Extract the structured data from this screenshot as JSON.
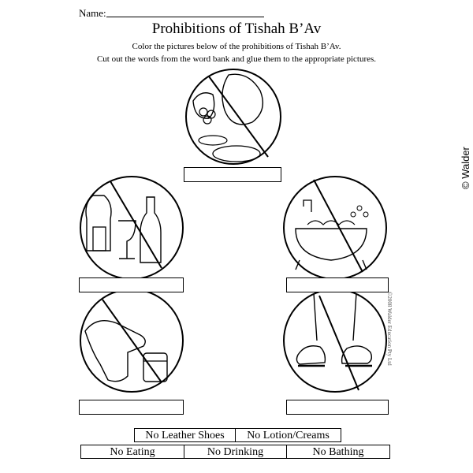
{
  "header": {
    "name_label": "Name:"
  },
  "title": "Prohibitions of Tishah B’Av",
  "instructions": [
    "Color the pictures below of the prohibitions of Tishah B’Av.",
    "Cut out the words from the word bank and glue them to the appropriate pictures."
  ],
  "side_credit": "©2008 Walder Education Pty Ltd",
  "copyright": "© Walder",
  "word_bank": {
    "row1": [
      "No Leather Shoes",
      "No Lotion/Creams"
    ],
    "row2": [
      "No Eating",
      "No Drinking",
      "No Bathing"
    ]
  }
}
